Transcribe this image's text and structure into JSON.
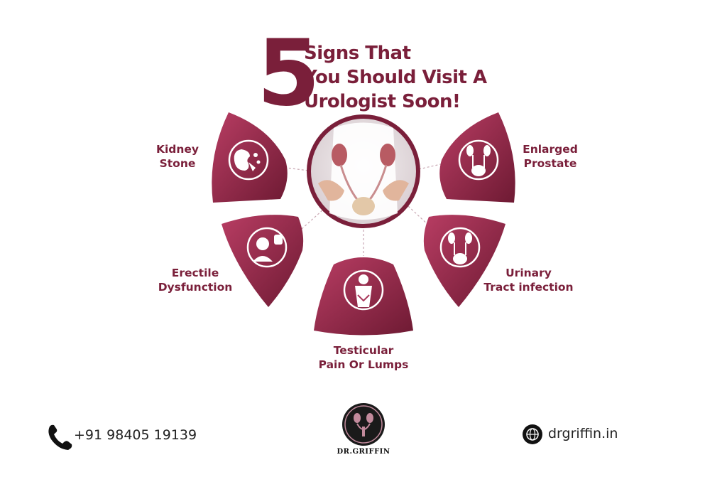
{
  "headline": {
    "number": "5",
    "lines": [
      "Signs That",
      "You Should Visit A",
      "Urologist Soon!"
    ]
  },
  "signs": [
    {
      "label_lines": [
        "Kidney",
        "Stone"
      ],
      "icon": "kidney-stone-icon"
    },
    {
      "label_lines": [
        "Enlarged",
        "Prostate"
      ],
      "icon": "prostate-icon"
    },
    {
      "label_lines": [
        "Erectile",
        "Dysfunction"
      ],
      "icon": "man-thinking-icon"
    },
    {
      "label_lines": [
        "Urinary",
        "Tract infection"
      ],
      "icon": "urinary-tract-icon"
    },
    {
      "label_lines": [
        "Testicular",
        "Pain Or Lumps"
      ],
      "icon": "person-pain-icon"
    }
  ],
  "footer": {
    "phone": "+91 98405 19139",
    "website": "drgriffin.in",
    "brand": "DR.GRIFFIN"
  },
  "colors": {
    "primary": "#7a1f3a",
    "primary_light": "#a8365a",
    "text": "#222222"
  }
}
